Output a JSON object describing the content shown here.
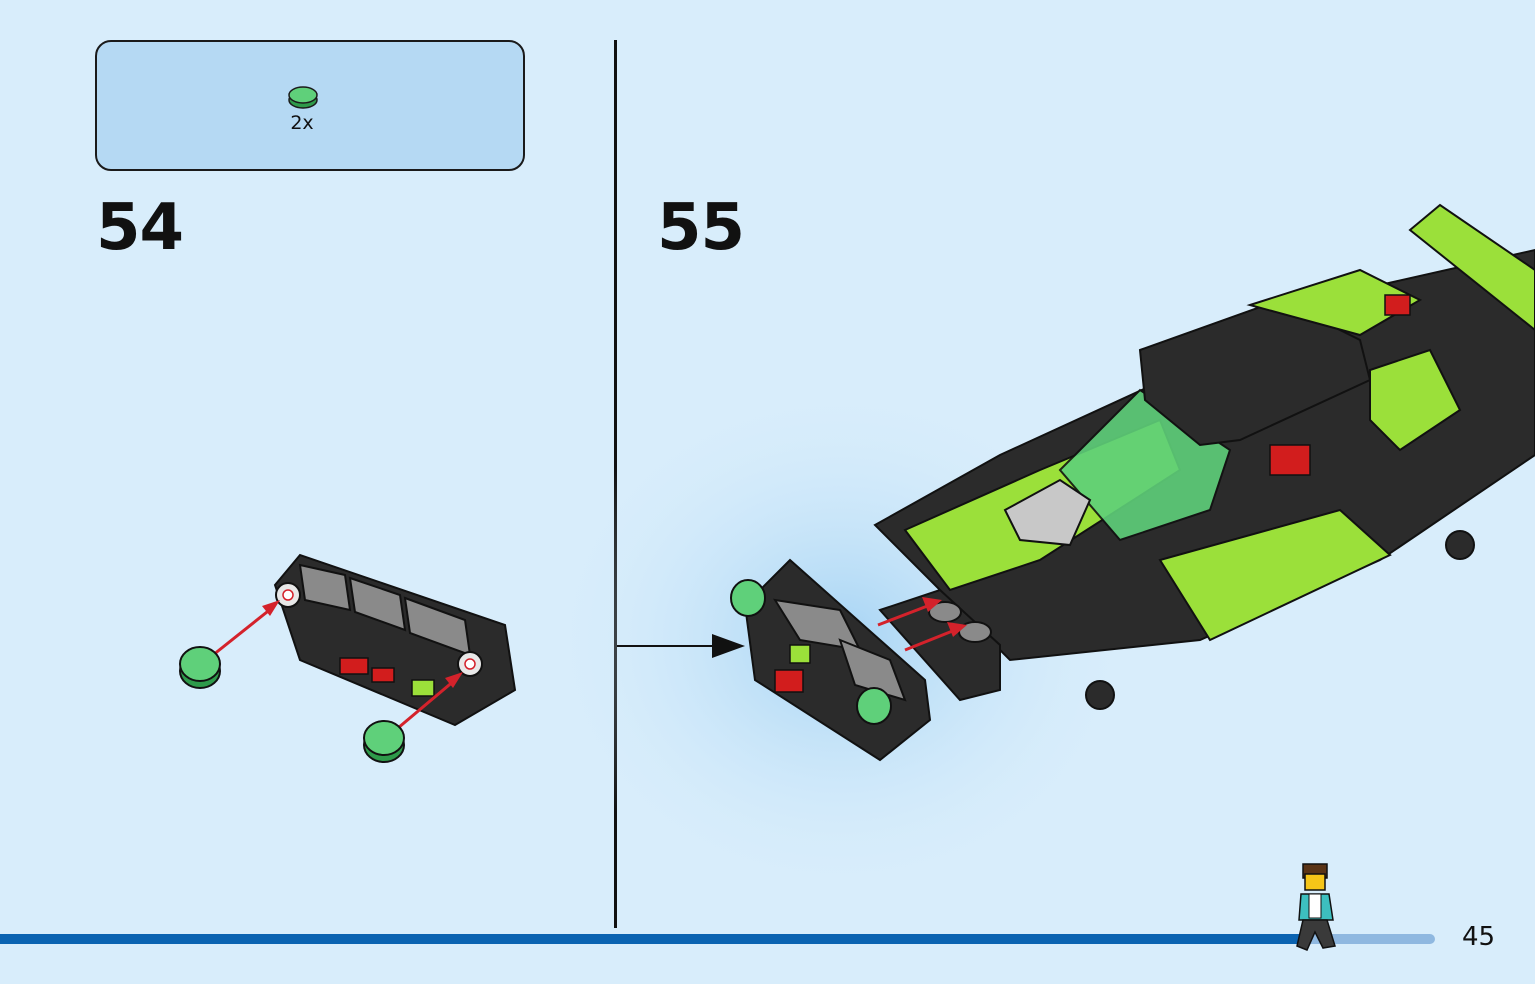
{
  "parts_callout": {
    "count": "2x",
    "part_icon": "round-tile-icon",
    "part_color": "#5fd07a"
  },
  "steps": [
    {
      "number": "54"
    },
    {
      "number": "55"
    }
  ],
  "footer": {
    "page_number": "45",
    "progress": 0.91,
    "progress_color": "#0a63b1",
    "track_color": "#8fb8e0",
    "progress_figure": "minifigure-walking-icon"
  },
  "colors": {
    "background": "#d8edfb",
    "lime": "#9be03a",
    "dark_gray": "#2b2b2b",
    "light_gray": "#8a8a8a",
    "red": "#d21d1d",
    "arrow_red": "#d4222b",
    "tile_green": "#5fd07a"
  }
}
